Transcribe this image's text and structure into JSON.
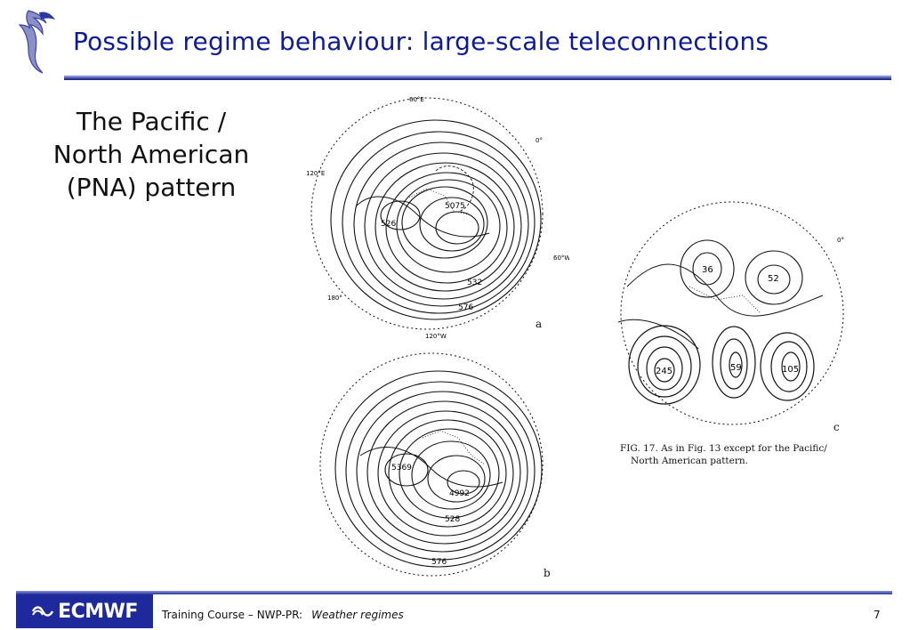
{
  "slide": {
    "title": "Possible regime behaviour:  large-scale teleconnections",
    "subtitle_lines": [
      "The Pacific /",
      "North American",
      "(PNA) pattern"
    ]
  },
  "figures": {
    "map_a": {
      "panel_letter": "a",
      "lat_label": "60°E",
      "lon_labels": [
        "120°E",
        "180°",
        "120°W",
        "60°W",
        "0°"
      ],
      "contour_labels": [
        "526",
        "5075",
        "532",
        "576"
      ]
    },
    "map_b": {
      "panel_letter": "b",
      "contour_labels": [
        "5369",
        "4992",
        "528",
        "576"
      ]
    },
    "map_c": {
      "panel_letter": "c",
      "lon_label": "0°",
      "center_labels": [
        "245",
        "59",
        "105",
        "36",
        "52"
      ],
      "caption_lines": [
        "FIG. 17. As in Fig. 13 except for the Pacific/",
        "North American pattern."
      ]
    }
  },
  "footer": {
    "logo_text": "ECMWF",
    "course": "Training Course – NWP-PR:",
    "topic": "Weather regimes",
    "page_number": "7"
  },
  "colors": {
    "title": "#0d1a9a",
    "rule": "#27328f",
    "logo_bg": "#1e2a9b"
  }
}
